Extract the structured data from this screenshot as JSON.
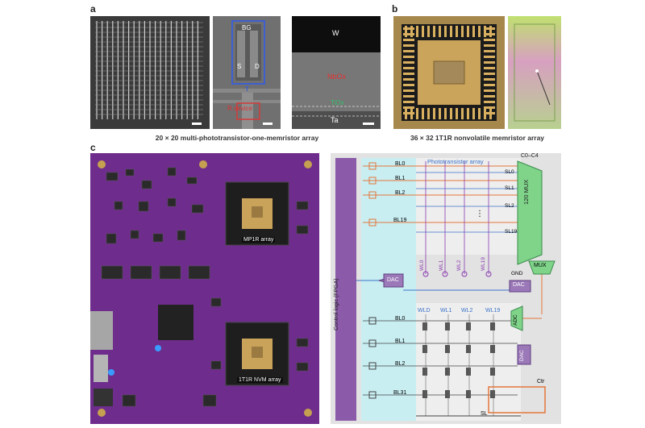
{
  "panel_labels": {
    "a": "a",
    "b": "b",
    "c": "c"
  },
  "captions": {
    "array_a": "20 × 20 multi-phototransistor-one-memristor array",
    "array_b": "36 × 32 1T1R nonvolatile memristor array"
  },
  "micrograph_labels": {
    "bg": "BG",
    "s": "S",
    "d": "D",
    "t": "T",
    "r_device": "R device",
    "w": "W",
    "nbox": "NbOx",
    "tiox": "TiOx",
    "ta": "Ta"
  },
  "board_labels": {
    "mp1r_array": "MP1R array",
    "nvm_array": "1T1R NVM array"
  },
  "schematic": {
    "control_logic": "Control logic (FPGA)",
    "phototransistor_array": "Phototransistor array",
    "top_bitlines": [
      "BL0",
      "BL1",
      "BL2",
      "BL19"
    ],
    "select_lines": [
      "SL0",
      "SL1",
      "SL2",
      "SL19"
    ],
    "mux_label": "120 MUX",
    "c_range": "C0–C4",
    "word_lines_vertical": [
      "WL0",
      "WL1",
      "WL2",
      "WL19"
    ],
    "word_lines_bottom": [
      "WLD",
      "WL1",
      "WL2",
      "WL19"
    ],
    "dac": "DAC",
    "gnd": "GND",
    "mux": "MUX",
    "adc": "ADC",
    "bottom_bitlines": [
      "BL0",
      "BL1",
      "BL2",
      "BL31"
    ],
    "sl": "SL",
    "ctr": "Ctr",
    "dots": "⋮"
  },
  "colors": {
    "board_purple": "#6b2a8a",
    "mux_green": "#7fd48a",
    "dac_purple": "#9b78b8",
    "orange": "#e4763a",
    "blue_line": "#3b74c9",
    "schematic_bg": "#e2e2e2",
    "cyan_panel": "#c8eef2"
  }
}
